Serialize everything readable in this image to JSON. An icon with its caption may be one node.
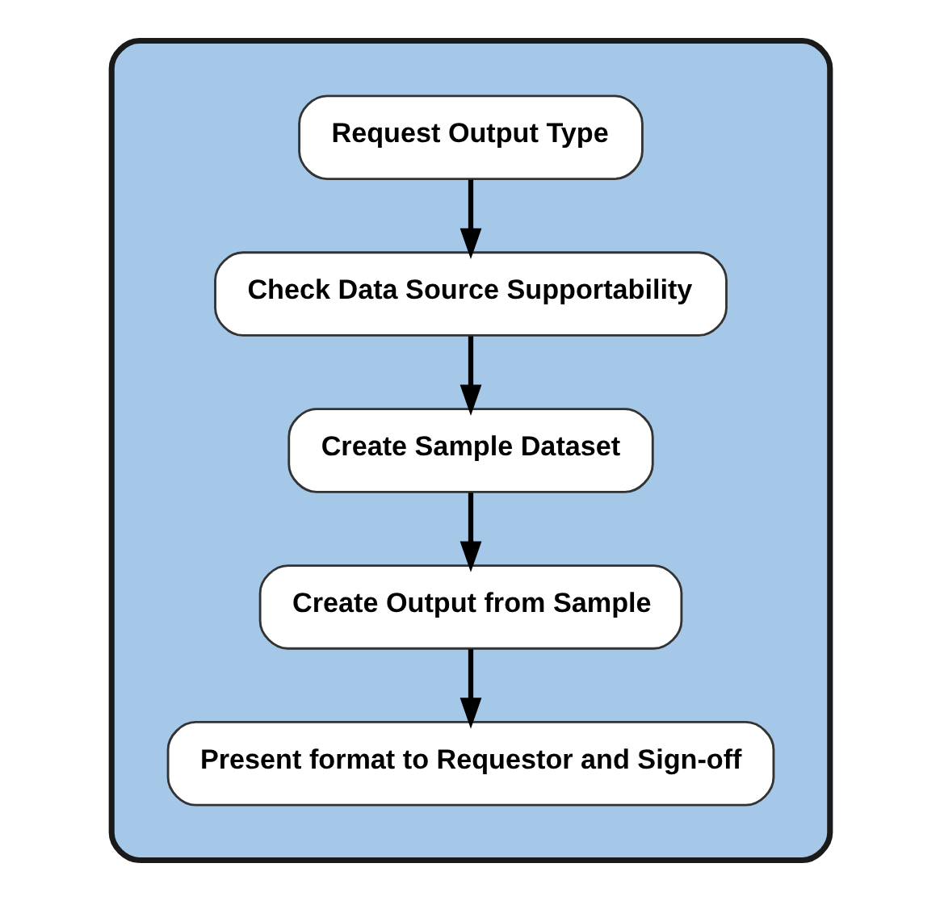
{
  "diagram": {
    "nodes": [
      {
        "text": [],
        "shape": "box"
      },
      {
        "text": [
          "Request Output Type"
        ],
        "in": 0
      },
      {
        "text": [
          "Check Data Source Supportability"
        ],
        "in": 0
      },
      {
        "text": [
          "Create Sample Dataset"
        ],
        "in": 0
      },
      {
        "text": [
          "Create Output from Sample"
        ],
        "in": 0
      },
      {
        "text": [
          "Present format to Requestor and Sign-off"
        ],
        "in": 0
      }
    ],
    "edges": [
      {
        "from": 1,
        "to": 2,
        "arrow": "to"
      },
      {
        "from": 2,
        "to": 3,
        "arrow": "to"
      },
      {
        "from": 3,
        "to": 4,
        "arrow": "to"
      },
      {
        "from": 4,
        "to": 5,
        "arrow": "to"
      }
    ]
  }
}
